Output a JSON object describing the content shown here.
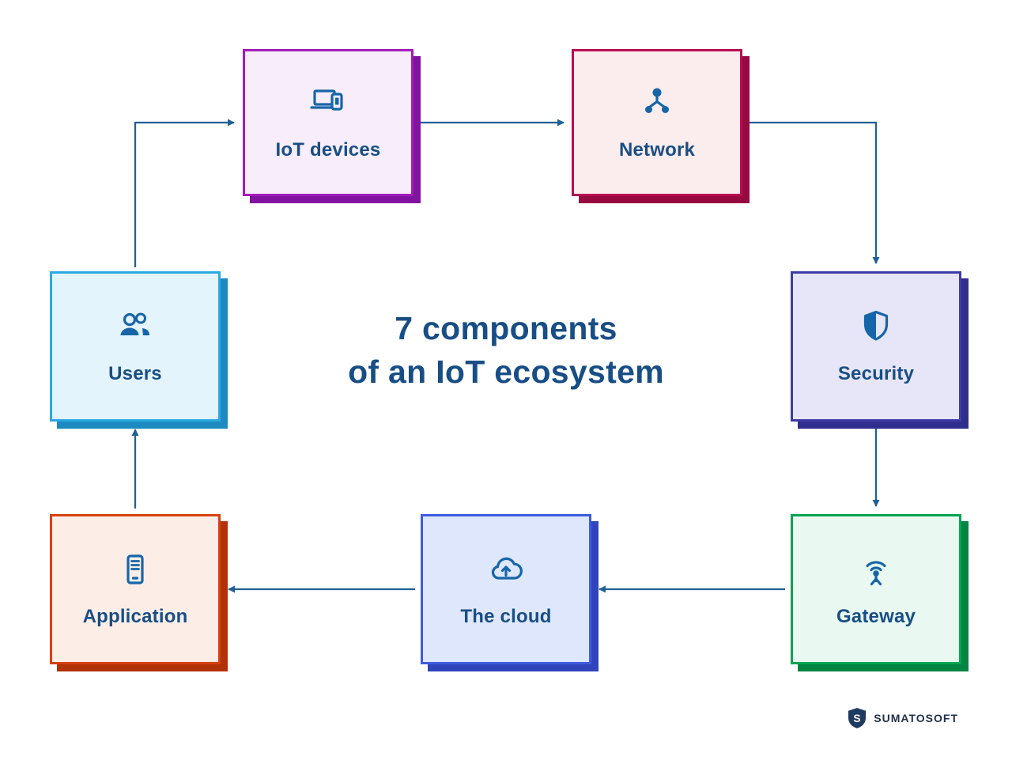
{
  "title": {
    "line1": "7 components",
    "line2": "of an IoT ecosystem"
  },
  "colors": {
    "title": "#184E85",
    "label": "#184E85",
    "icon": "#1665A8",
    "arrow": "#1F6096",
    "logo_text": "#22304A",
    "logo_mark": "#1E3A5F"
  },
  "boxes": [
    {
      "id": "iot-devices",
      "label": "IoT devices",
      "icon": "devices-icon",
      "border_color": "#A21CB8",
      "bg_color": "#F8EDFB",
      "shadow_color": "#8212A0"
    },
    {
      "id": "network",
      "label": "Network",
      "icon": "network-nodes-icon",
      "border_color": "#B80D4F",
      "bg_color": "#FBECEE",
      "shadow_color": "#970A41"
    },
    {
      "id": "security",
      "label": "Security",
      "icon": "shield-icon",
      "border_color": "#3E3CA8",
      "bg_color": "#E6E6F8",
      "shadow_color": "#302E8C"
    },
    {
      "id": "gateway",
      "label": "Gateway",
      "icon": "antenna-icon",
      "border_color": "#00A551",
      "bg_color": "#E9F8F0",
      "shadow_color": "#018543"
    },
    {
      "id": "the-cloud",
      "label": "The cloud",
      "icon": "cloud-upload-icon",
      "border_color": "#3F5BE0",
      "bg_color": "#DFE7FD",
      "shadow_color": "#3045BC"
    },
    {
      "id": "application",
      "label": "Application",
      "icon": "mobile-app-icon",
      "border_color": "#D6400E",
      "bg_color": "#FCEEE7",
      "shadow_color": "#B23207"
    },
    {
      "id": "users",
      "label": "Users",
      "icon": "users-icon",
      "border_color": "#29ABE2",
      "bg_color": "#E4F4FC",
      "shadow_color": "#1D8BC0"
    }
  ],
  "connections": [
    {
      "from": "users",
      "to": "iot-devices"
    },
    {
      "from": "iot-devices",
      "to": "network"
    },
    {
      "from": "network",
      "to": "security"
    },
    {
      "from": "security",
      "to": "gateway"
    },
    {
      "from": "gateway",
      "to": "the-cloud"
    },
    {
      "from": "the-cloud",
      "to": "application"
    },
    {
      "from": "application",
      "to": "users"
    }
  ],
  "logo": {
    "text": "SUMATOSOFT",
    "icon": "sumatosoft-shield-icon"
  }
}
